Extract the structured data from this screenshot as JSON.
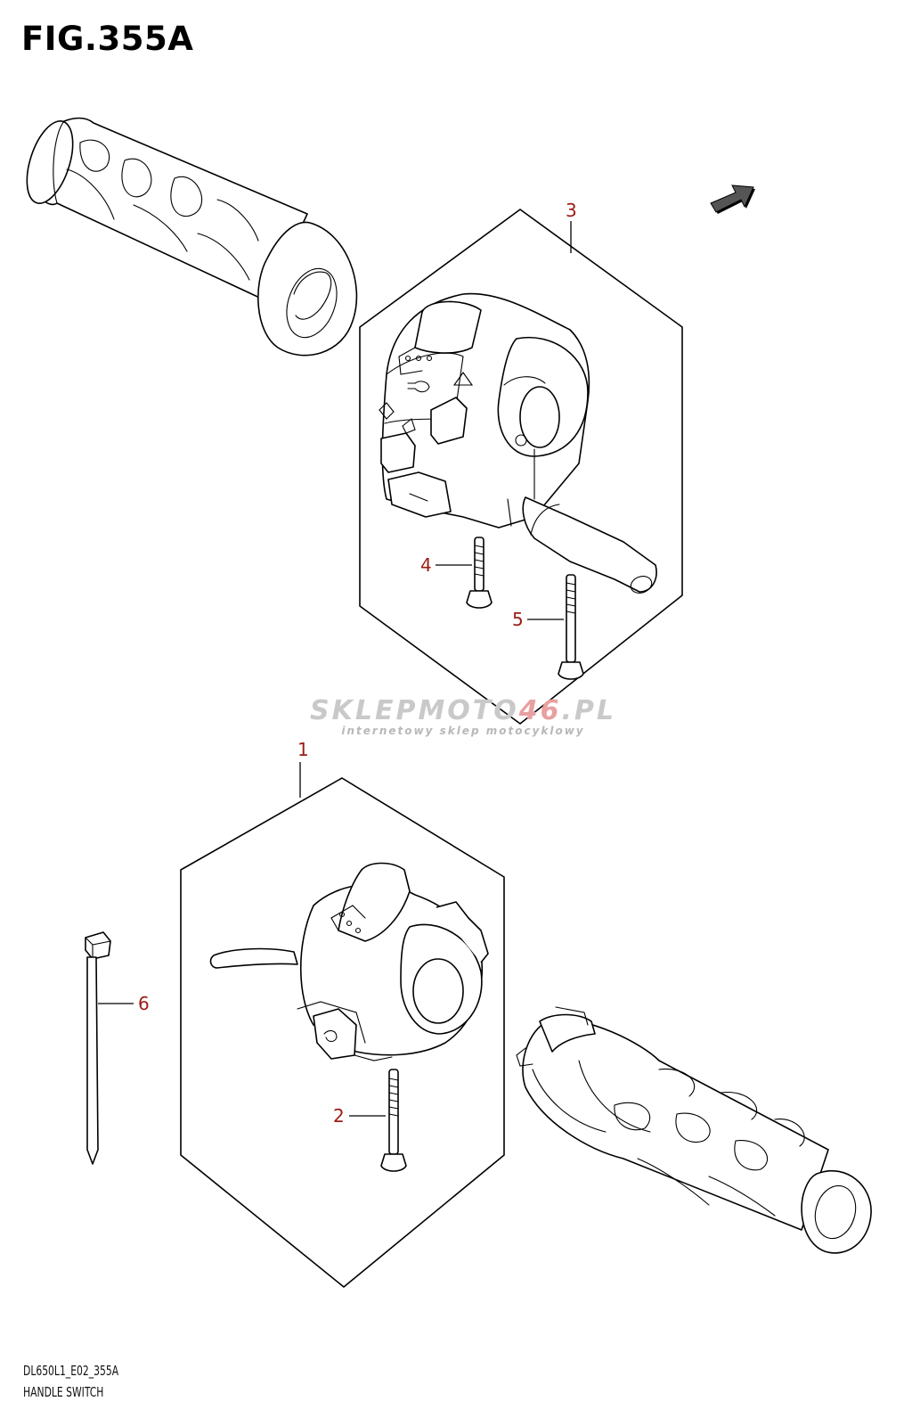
{
  "figure": {
    "title": "FIG.355A",
    "code": "DL650L1_E02_355A",
    "name": "HANDLE SWITCH"
  },
  "watermark": {
    "brand_a": "SKLEP",
    "brand_b": "MOTO",
    "brand_c": "46",
    "brand_d": ".PL",
    "tagline": "internetowy sklep motocyklowy"
  },
  "callouts": [
    "1",
    "2",
    "3",
    "4",
    "5",
    "6"
  ],
  "colors": {
    "callout": "#9b1c12",
    "line": "#000000",
    "watermark": "#c9c9c9"
  }
}
